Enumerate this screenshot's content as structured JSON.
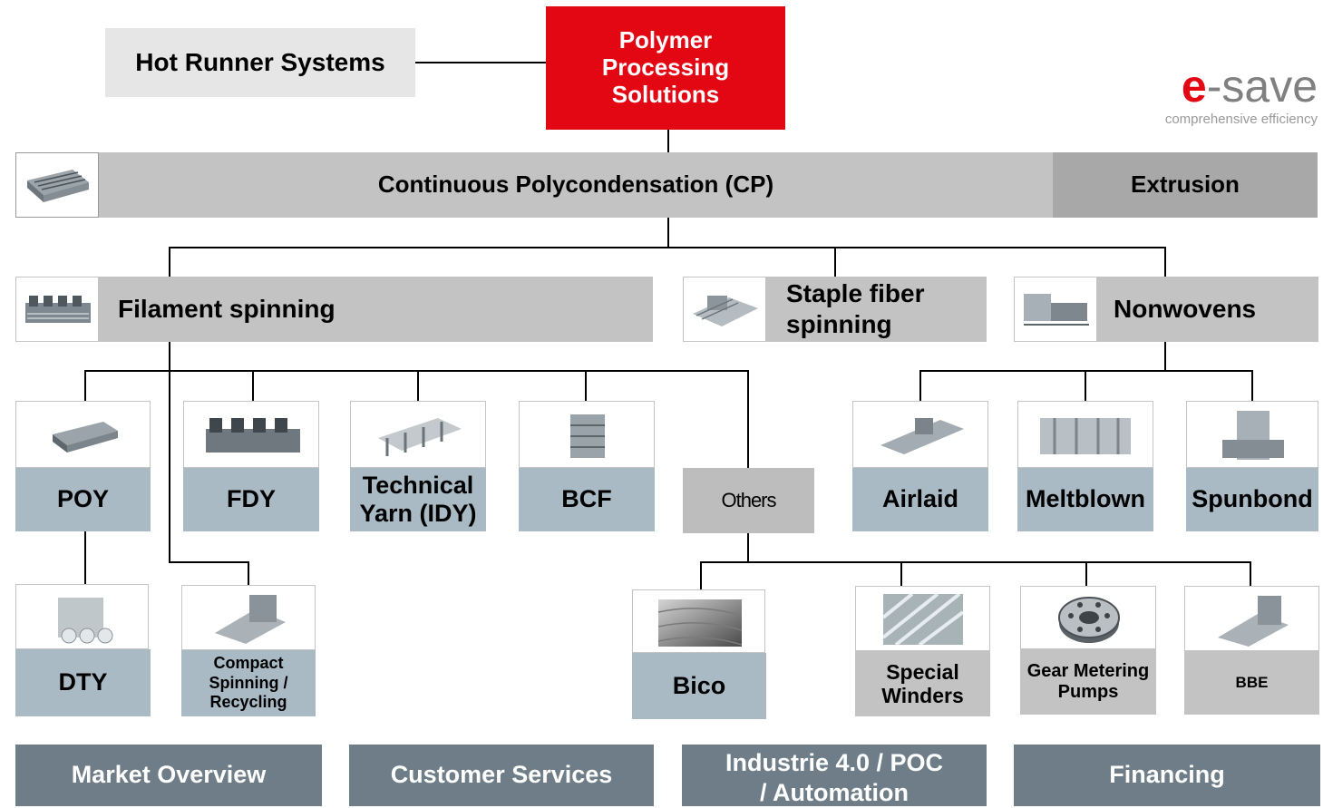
{
  "top": {
    "hot_runner": "Hot Runner Systems",
    "polymer": "Polymer\nProcessing\nSolutions",
    "logo": {
      "mark": "e",
      "word": "-save",
      "tagline": "comprehensive efficiency",
      "brand_color": "#e30613"
    }
  },
  "tier1": {
    "cp": "Continuous Polycondensation (CP)",
    "extrusion": "Extrusion"
  },
  "tier2": {
    "filament": "Filament spinning",
    "staple": "Staple fiber\nspinning",
    "nonwovens": "Nonwovens"
  },
  "filament_products": {
    "poy": "POY",
    "fdy": "FDY",
    "technical": "Technical\nYarn (IDY)",
    "bcf": "BCF",
    "others": "Others"
  },
  "nonwoven_products": {
    "airlaid": "Airlaid",
    "meltblown": "Meltblown",
    "spunbond": "Spunbond"
  },
  "sub_products": {
    "dty": "DTY",
    "compact": "Compact\nSpinning /\nRecycling",
    "bico": "Bico",
    "winders": "Special\nWinders",
    "gear": "Gear Metering\nPumps",
    "bbe": "BBE"
  },
  "footer": {
    "market": "Market Overview",
    "customer": "Customer Services",
    "industrie": "Industrie 4.0 / POC\n/ Automation",
    "financing": "Financing"
  },
  "colors": {
    "red": "#e30613",
    "grey": "#c3c3c3",
    "blue_grey": "#a9bac5",
    "slate": "#6e7d87"
  },
  "icons": [
    "machine-thumbnail-icon",
    "fabric-thumbnail-icon",
    "winder-thumbnail-icon",
    "gear-pump-thumbnail-icon"
  ]
}
